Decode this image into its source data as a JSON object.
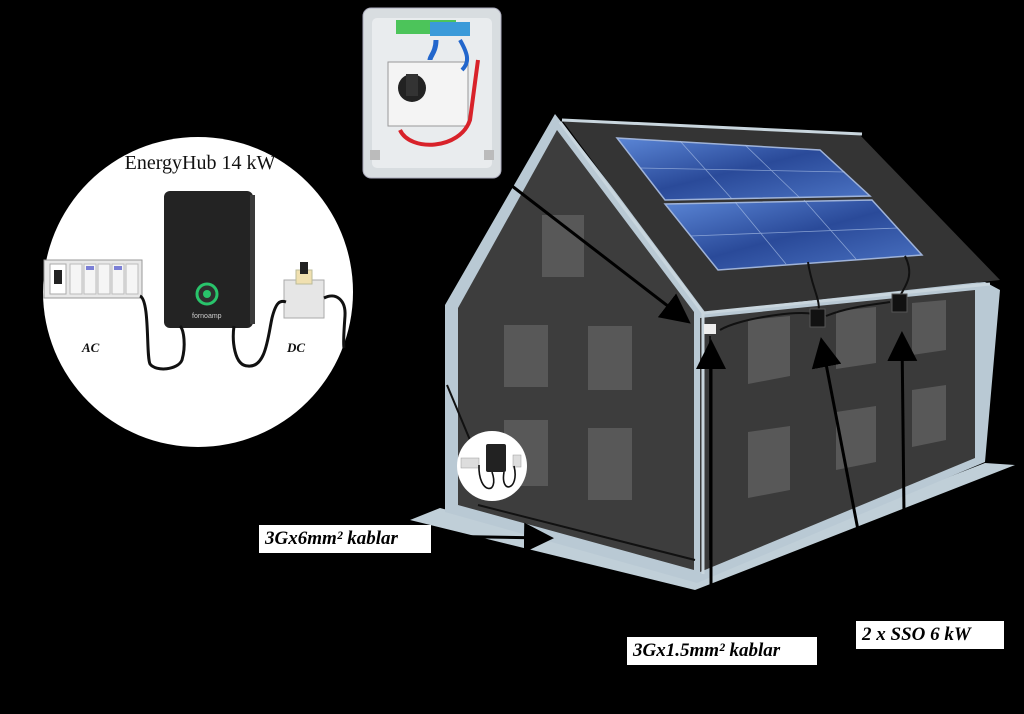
{
  "hub": {
    "title": "EnergyHub 14 kW",
    "ac_label": "AC",
    "dc_label": "DC",
    "brand_text": "fornoamp"
  },
  "labels": {
    "ac_cable": "3Gx6mm² kablar",
    "dc_cable": "3Gx1.5mm² kablar",
    "optimizers": "2 x SSO 6 kW"
  },
  "colors": {
    "background": "#000000",
    "house_outline": "#b9c9d4",
    "wall": "#3c3c3c",
    "roof": "#333333",
    "panel": "#2a4a99",
    "inverter": "#222222",
    "indicator_ring": "#29c46b"
  }
}
